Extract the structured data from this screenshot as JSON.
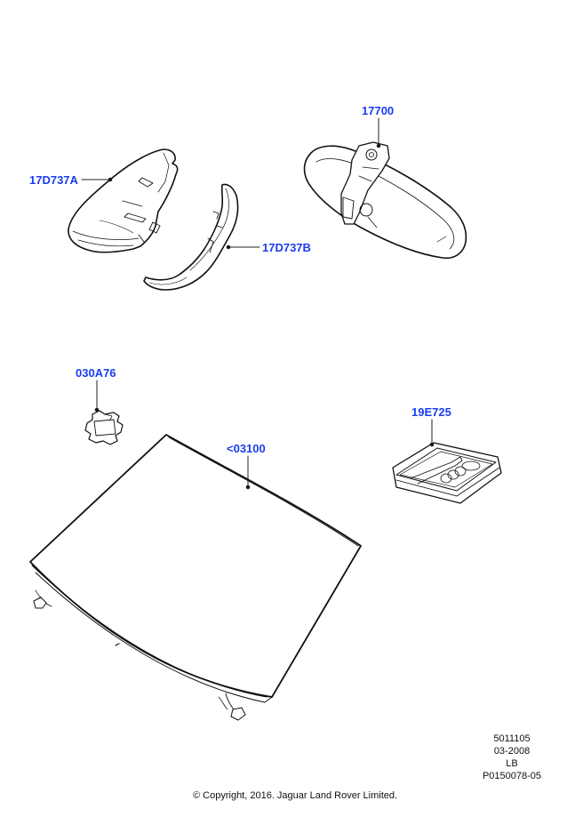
{
  "diagram": {
    "title": "Interior mirror and windscreen parts",
    "accent_color": "#1a3cf0",
    "callouts": [
      {
        "id": "mirror-cover-a",
        "label": "17D737A",
        "part": "mirror-cover-upper"
      },
      {
        "id": "mirror-cover-b",
        "label": "17D737B",
        "part": "mirror-cover-lower"
      },
      {
        "id": "rear-view-mirror",
        "label": "17700",
        "part": "interior-rear-view-mirror"
      },
      {
        "id": "mirror-bracket",
        "label": "030A76",
        "part": "mirror-mounting-bracket"
      },
      {
        "id": "repair-kit",
        "label": "19E725",
        "part": "windscreen-bonding-kit"
      },
      {
        "id": "windscreen",
        "label": "<03100",
        "part": "windscreen-glass"
      }
    ]
  },
  "footer": {
    "ref_number": "5011105",
    "date": "03-2008",
    "region": "LB",
    "illustration_id": "P0150078-05",
    "copyright": "© Copyright, 2016. Jaguar Land Rover Limited."
  }
}
